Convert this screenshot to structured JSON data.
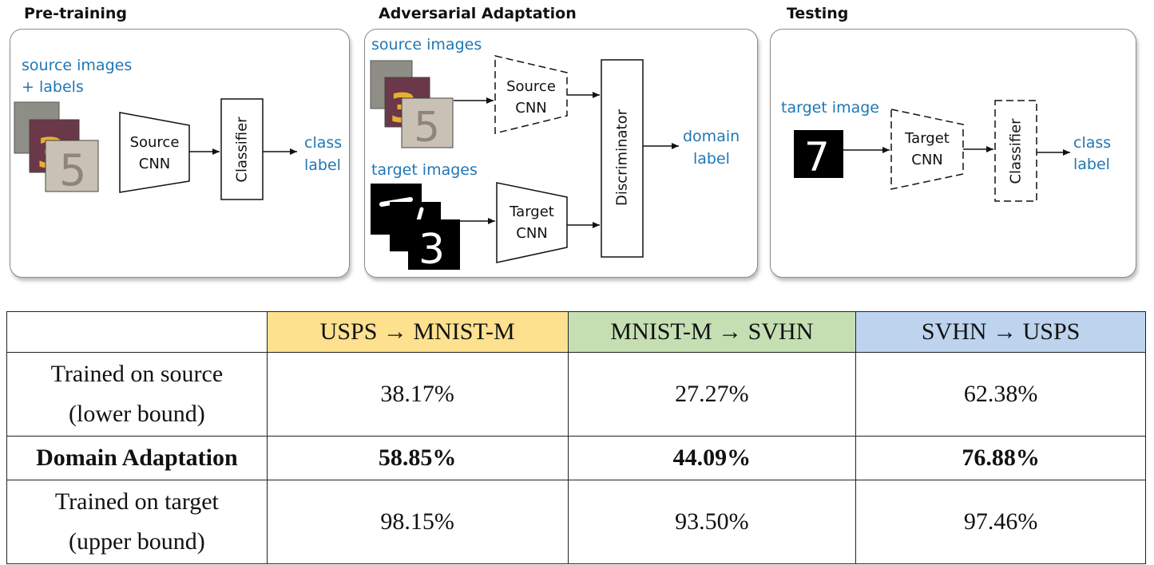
{
  "stages": {
    "pretraining": {
      "title": "Pre-training",
      "input_label_line1": "source images",
      "input_label_line2": "+ labels",
      "encoder_line1": "Source",
      "encoder_line2": "CNN",
      "classifier": "Classifier",
      "output_line1": "class",
      "output_line2": "label"
    },
    "adaptation": {
      "title": "Adversarial Adaptation",
      "source_input_label": "source images",
      "target_input_label": "target images",
      "source_encoder_line1": "Source",
      "source_encoder_line2": "CNN",
      "target_encoder_line1": "Target",
      "target_encoder_line2": "CNN",
      "discriminator": "Discriminator",
      "output_line1": "domain",
      "output_line2": "label"
    },
    "testing": {
      "title": "Testing",
      "input_label": "target image",
      "encoder_line1": "Target",
      "encoder_line2": "CNN",
      "classifier": "Classifier",
      "output_line1": "class",
      "output_line2": "label"
    }
  },
  "table": {
    "columns": [
      {
        "label": "USPS → MNIST-M",
        "color": "#fde18f"
      },
      {
        "label": "MNIST-M → SVHN",
        "color": "#c5dfb3"
      },
      {
        "label": "SVHN → USPS",
        "color": "#bdd3ee"
      }
    ],
    "rows": [
      {
        "label_line1": "Trained on source",
        "label_line2": "(lower bound)",
        "values": [
          "38.17%",
          "27.27%",
          "62.38%"
        ]
      },
      {
        "label_line1": "Domain Adaptation",
        "label_line2": "",
        "values": [
          "58.85%",
          "44.09%",
          "76.88%"
        ]
      },
      {
        "label_line1": "Trained on target",
        "label_line2": "(upper bound)",
        "values": [
          "98.15%",
          "93.50%",
          "97.46%"
        ]
      }
    ]
  },
  "colors": {
    "label_blue": "#1f77b4",
    "panel_border": "#8a8a8a"
  }
}
